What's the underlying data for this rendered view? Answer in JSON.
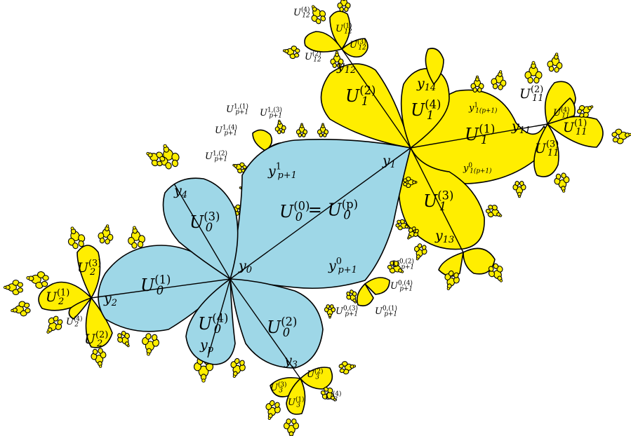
{
  "colors": {
    "basin_central": "#9ed7e7",
    "basin_outer": "#ffee00",
    "boundary": "#000000",
    "background": "#ffffff"
  },
  "labels": {
    "U00": {
      "base": "U",
      "sub": "0",
      "sup": "(0)",
      "suffix": " = ",
      "base2": "U",
      "sub2": "0",
      "sup2": "(p)"
    },
    "U01": {
      "base": "U",
      "sub": "0",
      "sup": "(1)"
    },
    "U02": {
      "base": "U",
      "sub": "0",
      "sup": "(2)"
    },
    "U03": {
      "base": "U",
      "sub": "0",
      "sup": "(3)"
    },
    "U04": {
      "base": "U",
      "sub": "0",
      "sup": "(4)"
    },
    "U11": {
      "base": "U",
      "sub": "1",
      "sup": "(1)"
    },
    "U12": {
      "base": "U",
      "sub": "1",
      "sup": "(2)"
    },
    "U13": {
      "base": "U",
      "sub": "1",
      "sup": "(3)"
    },
    "U14": {
      "base": "U",
      "sub": "1",
      "sup": "(4)"
    },
    "U21": {
      "base": "U",
      "sub": "2",
      "sup": "(1)"
    },
    "U22": {
      "base": "U",
      "sub": "2",
      "sup": "(2)"
    },
    "U23": {
      "base": "U",
      "sub": "2",
      "sup": "(3)"
    },
    "U24": {
      "base": "U",
      "sub": "2",
      "sup": "(4)"
    },
    "U31": {
      "base": "U",
      "sub": "3",
      "sup": "(1)"
    },
    "U32": {
      "base": "U",
      "sub": "3",
      "sup": "(2)"
    },
    "U33": {
      "base": "U",
      "sub": "3",
      "sup": "(3)"
    },
    "U34": {
      "base": "U",
      "sub": "3",
      "sup": "(4)"
    },
    "U111": {
      "base": "U",
      "sub": "11",
      "sup": "(1)"
    },
    "U112": {
      "base": "U",
      "sub": "11",
      "sup": "(2)"
    },
    "U113": {
      "base": "U",
      "sub": "11",
      "sup": "(3)"
    },
    "U114": {
      "base": "U",
      "sub": "11",
      "sup": "(4)"
    },
    "U121": {
      "base": "U",
      "sub": "12",
      "sup": "(1)"
    },
    "U122": {
      "base": "U",
      "sub": "12",
      "sup": "(2)"
    },
    "U123": {
      "base": "U",
      "sub": "12",
      "sup": "(3)"
    },
    "U124": {
      "base": "U",
      "sub": "12",
      "sup": "(4)"
    },
    "Up1_11": {
      "base": "U",
      "sub": "p+1",
      "sup": "1,(1)"
    },
    "Up1_12": {
      "base": "U",
      "sub": "p+1",
      "sup": "1,(2)"
    },
    "Up1_13": {
      "base": "U",
      "sub": "p+1",
      "sup": "1,(3)"
    },
    "Up1_14": {
      "base": "U",
      "sub": "p+1",
      "sup": "1,(4)"
    },
    "Up1_01": {
      "base": "U",
      "sub": "p+1",
      "sup": "0,(1)"
    },
    "Up1_02": {
      "base": "U",
      "sub": "p+1",
      "sup": "0,(2)"
    },
    "Up1_03": {
      "base": "U",
      "sub": "p+1",
      "sup": "0,(3)"
    },
    "Up1_04": {
      "base": "U",
      "sub": "p+1",
      "sup": "0,(4)"
    },
    "y0": {
      "base": "y",
      "sub": "0"
    },
    "y1": {
      "base": "y",
      "sub": "1"
    },
    "y2": {
      "base": "y",
      "sub": "2"
    },
    "y3": {
      "base": "y",
      "sub": "3"
    },
    "y4": {
      "base": "y",
      "sub": "4"
    },
    "yp": {
      "base": "y",
      "sub": "p"
    },
    "y11": {
      "base": "y",
      "sub": "11"
    },
    "y12": {
      "base": "y",
      "sub": "12"
    },
    "y13": {
      "base": "y",
      "sub": "13"
    },
    "y14": {
      "base": "y",
      "sub": "14"
    },
    "yp1_1": {
      "base": "y",
      "sub": "p+1",
      "sup": "1"
    },
    "yp1_0": {
      "base": "y",
      "sub": "p+1",
      "sup": "0"
    },
    "y1p1_1": {
      "base": "y",
      "sub": "1(p+1)",
      "sup": "1"
    },
    "y1p1_0": {
      "base": "y",
      "sub": "1(p+1)",
      "sup": "0"
    }
  }
}
